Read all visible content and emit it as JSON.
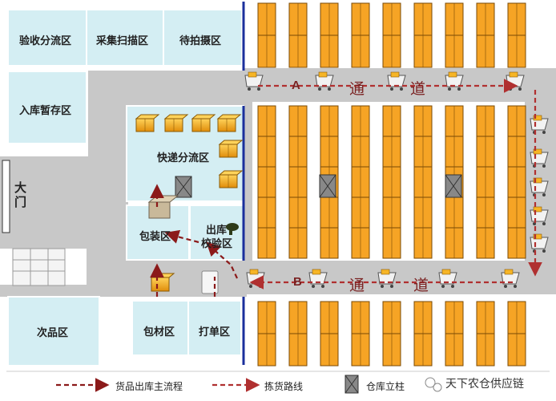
{
  "zones": {
    "receiving": "验收分流区",
    "collect_scan": "采集扫描区",
    "pending_photo": "待拍摄区",
    "inbound_staging": "入库暂存区",
    "gate": "大门",
    "express_sort": "快递分流区",
    "packing": "包装区",
    "outbound_check": "出库校验区",
    "outbound_check_line1": "出库",
    "outbound_check_line2": "校验区",
    "defective": "次品区",
    "materials": "包材区",
    "printing": "打单区"
  },
  "aisles": {
    "a_letter": "A",
    "a_char1": "通",
    "a_char2": "道",
    "b_letter": "B",
    "b_char1": "通",
    "b_char2": "道"
  },
  "legend": {
    "main_flow": "货品出库主流程",
    "picking_route": "拣货路线",
    "pillar": "仓库立柱"
  },
  "watermark": "天下农仓供应链",
  "colors": {
    "zone_fill": "#d4eef3",
    "floor": "#c8c8c8",
    "shelf": "#f6a425",
    "main_flow": "#8b1a1a",
    "picking_route": "#b03030",
    "wall": "#1a2f9c"
  }
}
